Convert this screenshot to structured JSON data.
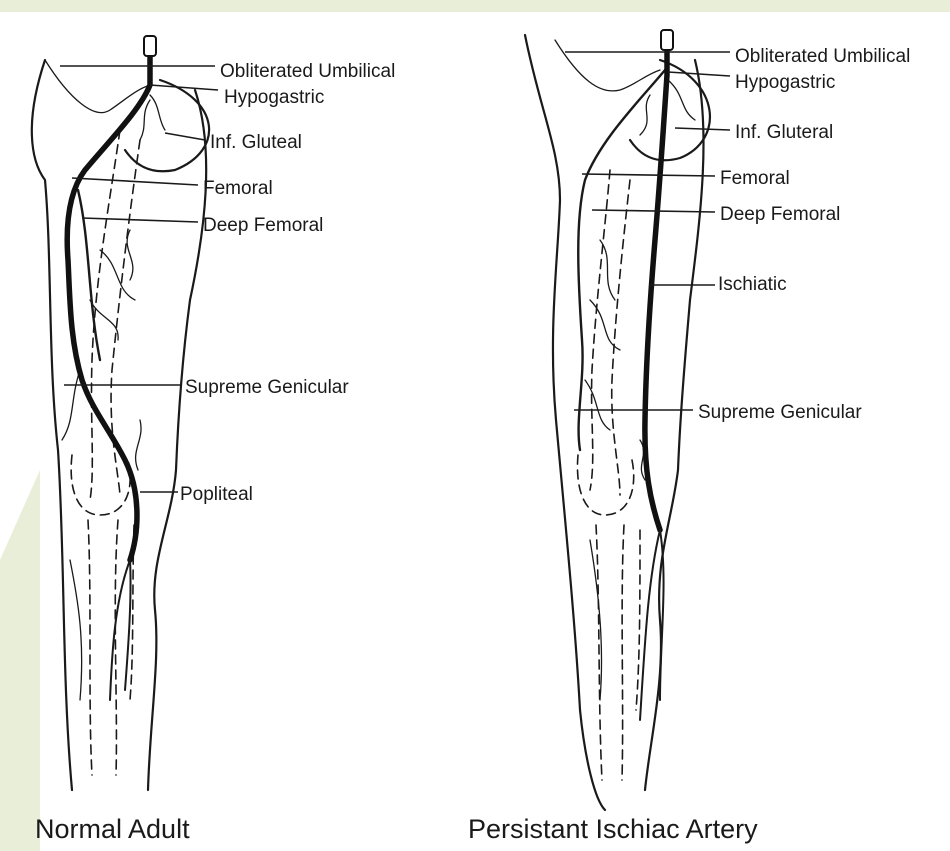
{
  "colors": {
    "background": "#ffffff",
    "edge_tint": "#e8eed8",
    "ink": "#1a1a1a"
  },
  "left_figure": {
    "caption": "Normal Adult",
    "labels": {
      "obliterated_umbilical": "Obliterated Umbilical",
      "hypogastric": "Hypogastric",
      "inf_gluteal": "Inf. Gluteal",
      "femoral": "Femoral",
      "deep_femoral": "Deep Femoral",
      "supreme_genicular": "Supreme Genicular",
      "popliteal": "Popliteal"
    }
  },
  "right_figure": {
    "caption": "Persistant Ischiac Artery",
    "labels": {
      "obliterated_umbilical": "Obliterated Umbilical",
      "hypogastric": "Hypogastric",
      "inf_gluteral": "Inf. Gluteral",
      "femoral": "Femoral",
      "deep_femoral": "Deep Femoral",
      "ischiatic": "Ischiatic",
      "supreme_genicular": "Supreme Genicular"
    }
  }
}
